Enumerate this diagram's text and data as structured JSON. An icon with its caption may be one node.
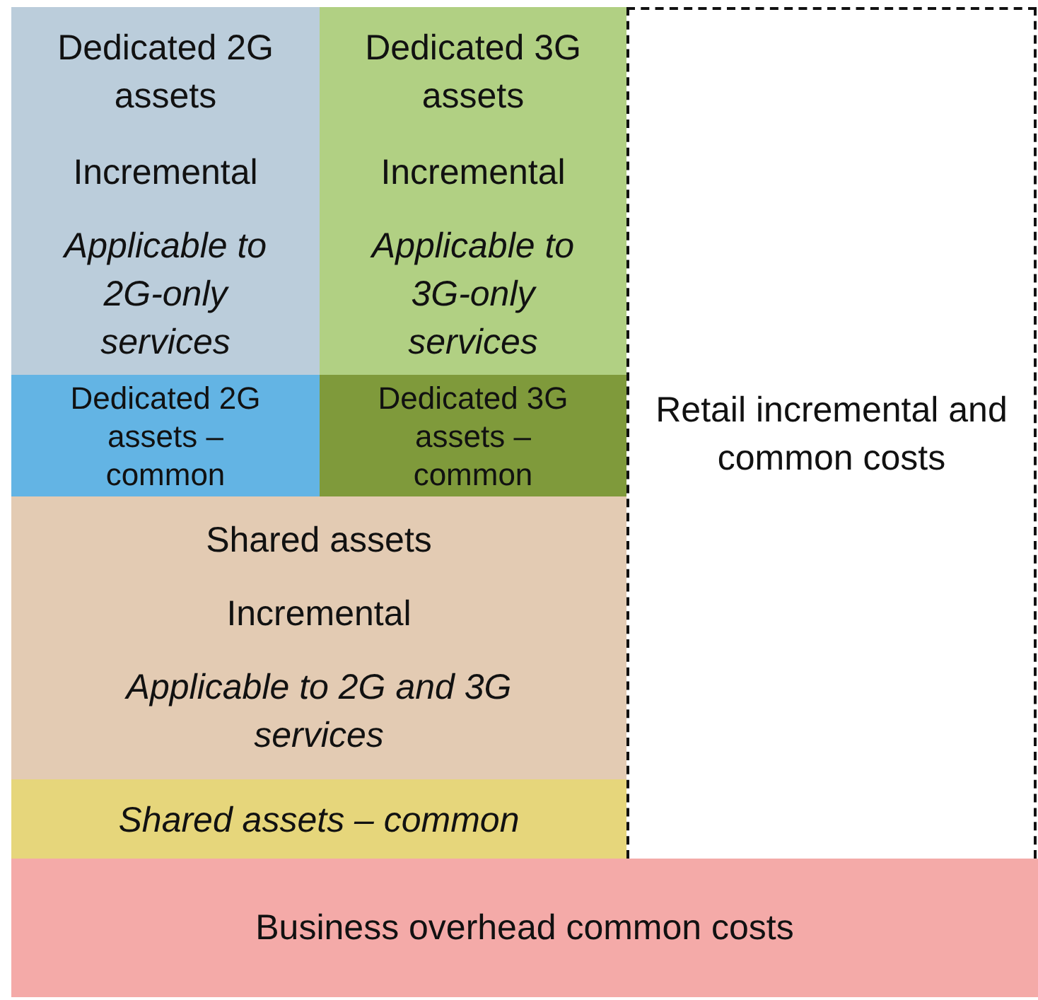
{
  "diagram": {
    "nodes": [
      {
        "text": [
          "Dedicated 2G assets",
          "Incremental",
          "Applicable to 2G-only services"
        ]
      },
      {
        "text": [
          "Dedicated 3G assets",
          "Incremental",
          "Applicable to 3G-only services"
        ]
      },
      {
        "text": [
          "Dedicated 2G assets – common"
        ]
      },
      {
        "text": [
          "Dedicated 3G assets – common"
        ]
      },
      {
        "text": [
          "Shared assets",
          "Incremental",
          "Applicable to 2G and 3G services"
        ]
      },
      {
        "text": [
          "Shared assets – common"
        ]
      },
      {
        "text": [
          "Retail incremental and common costs"
        ]
      },
      {
        "text": [
          "Business overhead common costs"
        ]
      }
    ]
  }
}
